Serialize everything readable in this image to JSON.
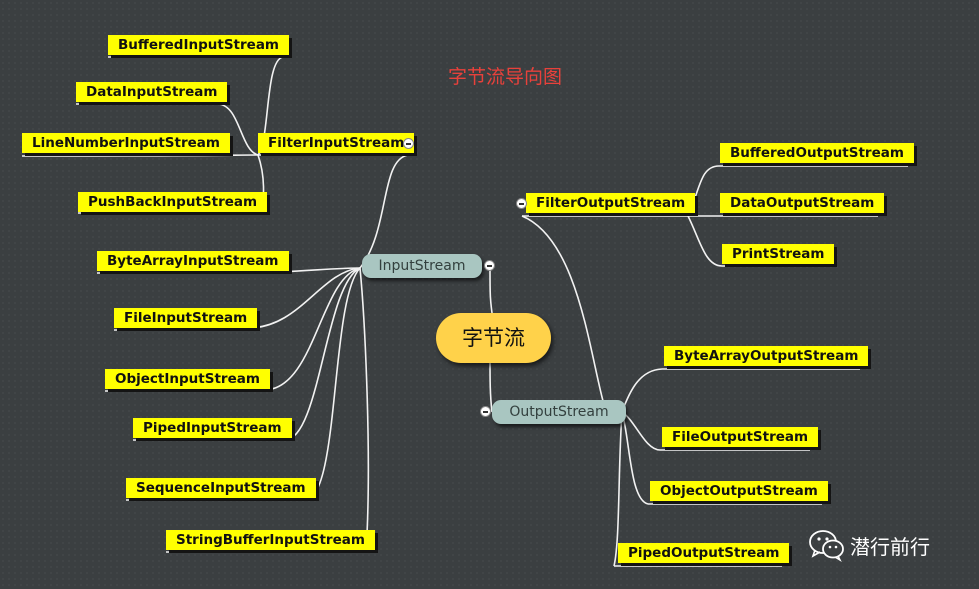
{
  "title": "字节流导向图",
  "root": "字节流",
  "input": {
    "label": "InputStream",
    "filter": {
      "label": "FilterInputStream",
      "children": [
        "BufferedInputStream",
        "DataInputStream",
        "LineNumberInputStream",
        "PushBackInputStream"
      ]
    },
    "children": [
      "ByteArrayInputStream",
      "FileInputStream",
      "ObjectInputStream",
      "PipedInputStream",
      "SequenceInputStream",
      "StringBufferInputStream"
    ]
  },
  "output": {
    "label": "OutputStream",
    "filter": {
      "label": "FilterOutputStream",
      "children": [
        "BufferedOutputStream",
        "DataOutputStream",
        "PrintStream"
      ]
    },
    "children": [
      "ByteArrayOutputStream",
      "FileOutputStream",
      "ObjectOutputStream",
      "PipedOutputStream"
    ]
  },
  "brand": {
    "name": "潜行前行",
    "icon": "wechat-icon"
  }
}
